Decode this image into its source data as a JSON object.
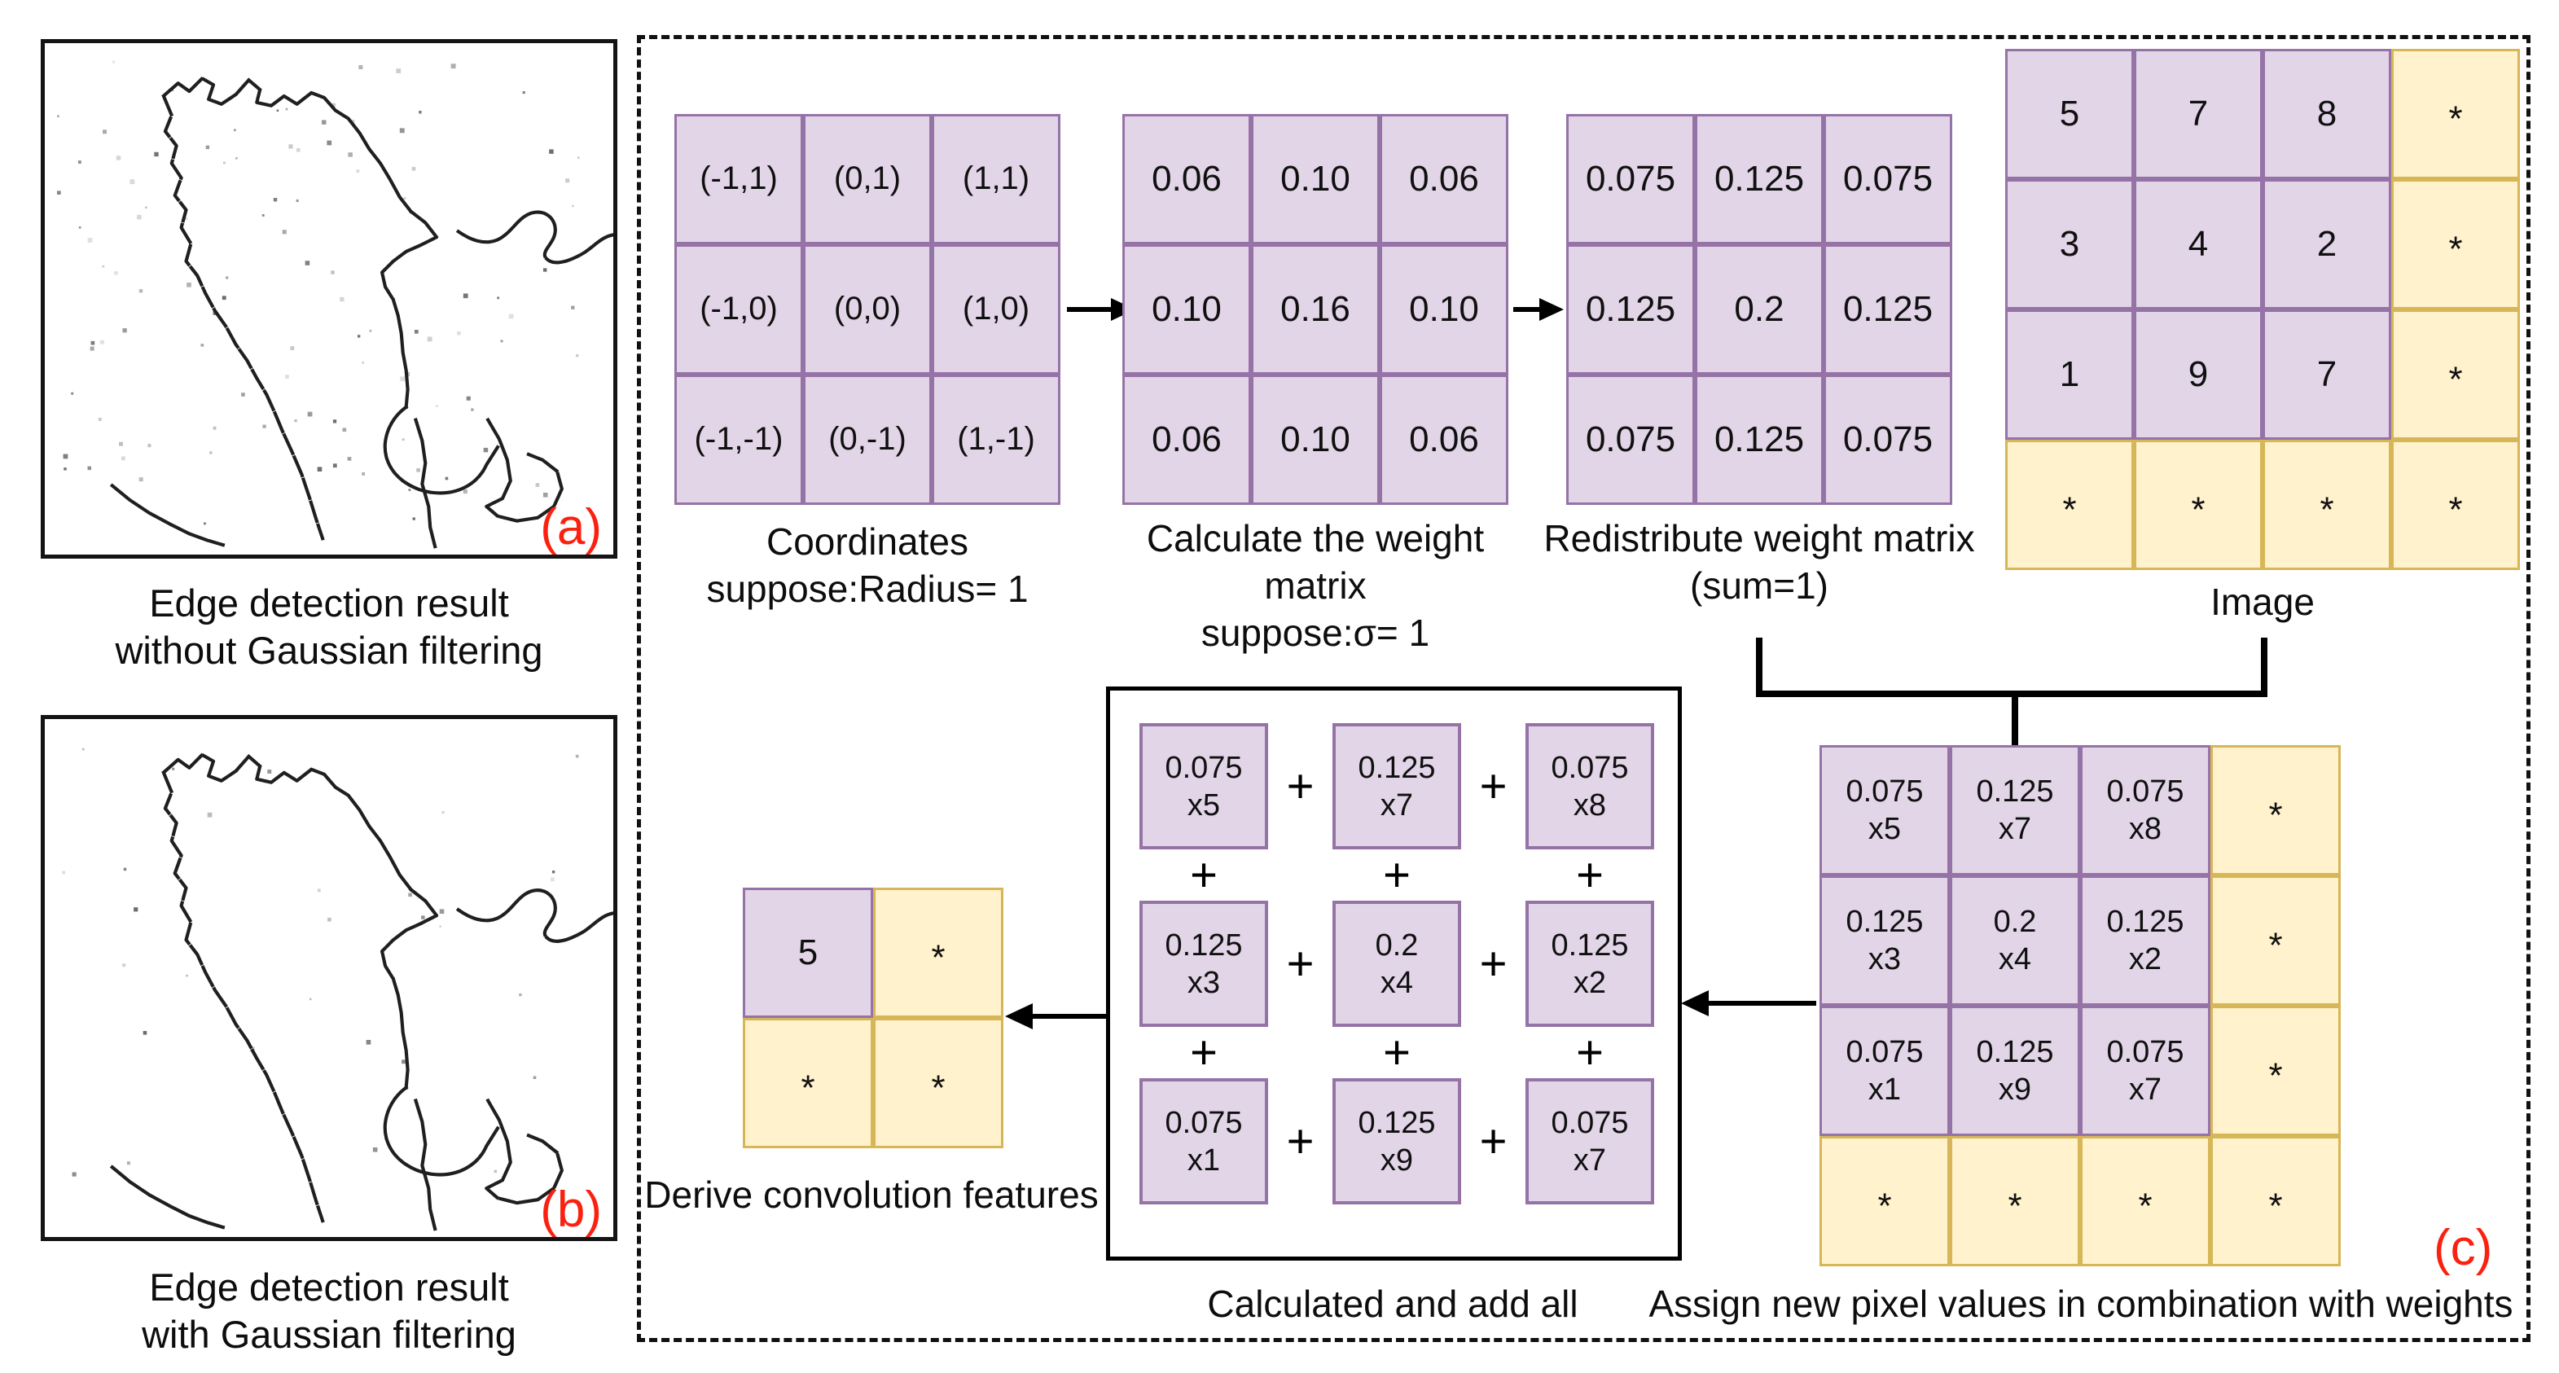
{
  "panels": {
    "a": {
      "tag": "(a)",
      "caption_line1": "Edge detection result",
      "caption_line2": "without Gaussian filtering"
    },
    "b": {
      "tag": "(b)",
      "caption_line1": "Edge detection result",
      "caption_line2": "with Gaussian filtering"
    }
  },
  "diagram": {
    "tag": "(c)",
    "coordinates_matrix": {
      "cells": [
        [
          "(-1,1)",
          "(0,1)",
          "(1,1)"
        ],
        [
          "(-1,0)",
          "(0,0)",
          "(1,0)"
        ],
        [
          "(-1,-1)",
          "(0,-1)",
          "(1,-1)"
        ]
      ],
      "caption_line1": "Coordinates",
      "caption_line2": "suppose:Radius= 1"
    },
    "weight_matrix": {
      "cells": [
        [
          "0.06",
          "0.10",
          "0.06"
        ],
        [
          "0.10",
          "0.16",
          "0.10"
        ],
        [
          "0.06",
          "0.10",
          "0.06"
        ]
      ],
      "caption_line1": "Calculate the weight matrix",
      "caption_line2": "suppose:σ= 1"
    },
    "redistributed_matrix": {
      "cells": [
        [
          "0.075",
          "0.125",
          "0.075"
        ],
        [
          "0.125",
          "0.2",
          "0.125"
        ],
        [
          "0.075",
          "0.125",
          "0.075"
        ]
      ],
      "caption_line1": "Redistribute weight matrix",
      "caption_line2": "(sum=1)"
    },
    "image_matrix": {
      "cells": [
        [
          "5",
          "7",
          "8",
          "*"
        ],
        [
          "3",
          "4",
          "2",
          "*"
        ],
        [
          "1",
          "9",
          "7",
          "*"
        ],
        [
          "*",
          "*",
          "*",
          "*"
        ]
      ],
      "caption": "Image"
    },
    "weighted_matrix": {
      "cells": [
        [
          [
            "0.075",
            "x5"
          ],
          [
            "0.125",
            "x7"
          ],
          [
            "0.075",
            "x8"
          ],
          "*"
        ],
        [
          [
            "0.125",
            "x3"
          ],
          [
            "0.2",
            "x4"
          ],
          [
            "0.125",
            "x2"
          ],
          "*"
        ],
        [
          [
            "0.075",
            "x1"
          ],
          [
            "0.125",
            "x9"
          ],
          [
            "0.075",
            "x7"
          ],
          "*"
        ],
        [
          "*",
          "*",
          "*",
          "*"
        ]
      ],
      "caption": "Assign new pixel values in combination with weights"
    },
    "sum_box": {
      "cells": [
        [
          [
            "0.075",
            "x5"
          ],
          [
            "0.125",
            "x7"
          ],
          [
            "0.075",
            "x8"
          ]
        ],
        [
          [
            "0.125",
            "x3"
          ],
          [
            "0.2",
            "x4"
          ],
          [
            "0.125",
            "x2"
          ]
        ],
        [
          [
            "0.075",
            "x1"
          ],
          [
            "0.125",
            "x9"
          ],
          [
            "0.075",
            "x7"
          ]
        ]
      ],
      "plus": "+",
      "caption": "Calculated and add all"
    },
    "derived_matrix": {
      "cells": [
        [
          "5",
          "*"
        ],
        [
          "*",
          "*"
        ]
      ],
      "caption": "Derive convolution features"
    }
  },
  "colors": {
    "purple_fill": "#e1d5e7",
    "purple_border": "#9673a6",
    "yellow_fill": "#fff2cc",
    "yellow_border": "#d6b656",
    "red_label": "#fb2110",
    "line": "#000000"
  }
}
